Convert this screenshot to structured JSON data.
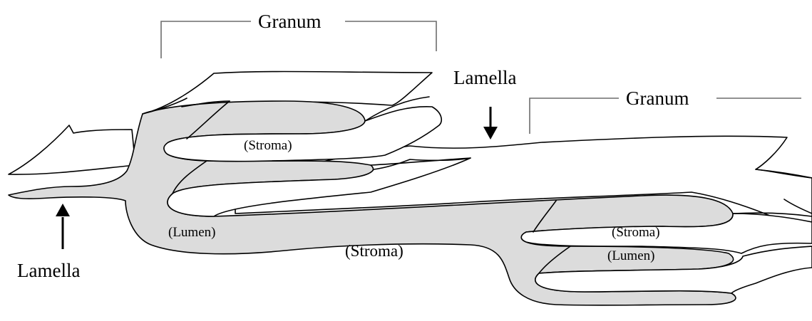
{
  "labels": {
    "granum_left": "Granum",
    "granum_right": "Granum",
    "lamella_top": "Lamella",
    "lamella_bottom": "Lamella",
    "stroma_upper": "(Stroma)",
    "lumen_left": "(Lumen)",
    "stroma_middle": "(Stroma)",
    "stroma_right": "(Stroma)",
    "lumen_right": "(Lumen)"
  },
  "colors": {
    "lumen_fill": "#dcdcdc",
    "bracket": "#6d6d6d",
    "outline": "#000000"
  }
}
